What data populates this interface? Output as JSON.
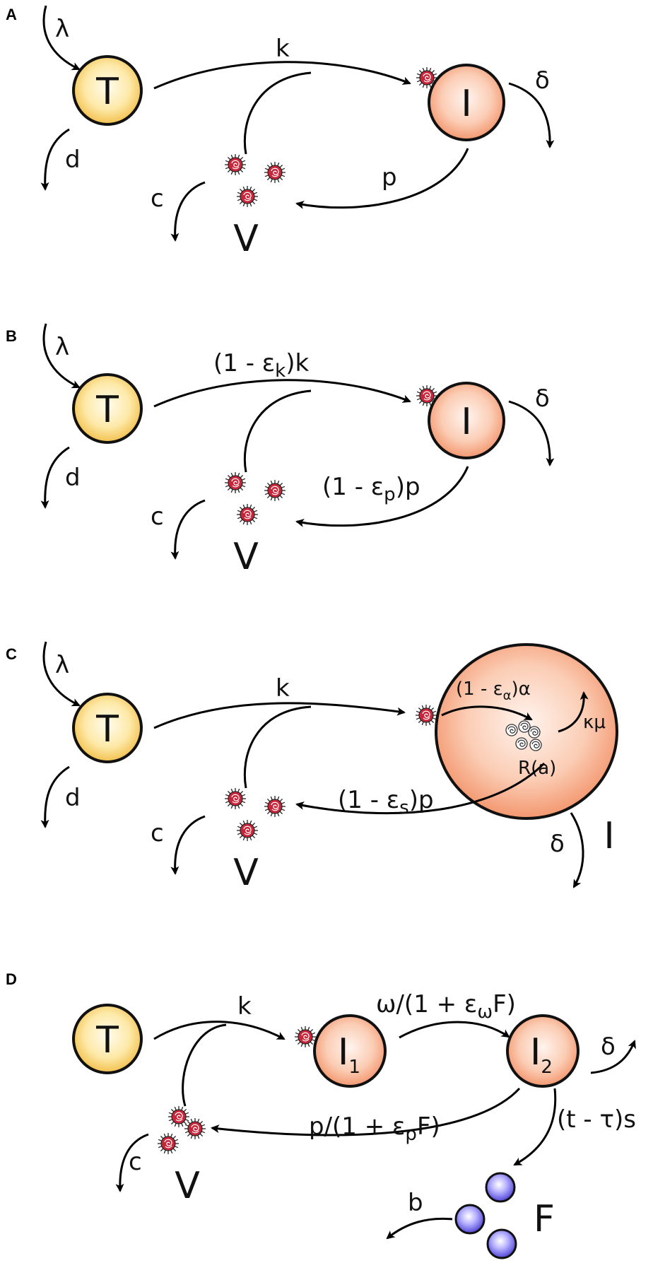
{
  "panels": {
    "A": {
      "letter": "A",
      "lambda": "λ",
      "T": "T",
      "I": "I",
      "k": "k",
      "delta": "δ",
      "d": "d",
      "c": "c",
      "p": "p",
      "V": "V"
    },
    "B": {
      "letter": "B",
      "lambda": "λ",
      "T": "T",
      "I": "I",
      "k_pre": "(1 - ε",
      "k_sub": "k",
      "k_post": ")k",
      "delta": "δ",
      "d": "d",
      "c": "c",
      "p_pre": "(1 - ε",
      "p_sub": "p",
      "p_post": ")p",
      "V": "V"
    },
    "C": {
      "letter": "C",
      "lambda": "λ",
      "T": "T",
      "k": "k",
      "alpha_pre": "(1 - ε",
      "alpha_sub": "α",
      "alpha_post": ")α",
      "kappa_mu": "κμ",
      "R": "R(a)",
      "I": "I",
      "d": "d",
      "c": "c",
      "p_pre": "(1 - ε",
      "p_sub": "s",
      "p_post": ")p",
      "delta": "δ",
      "V": "V"
    },
    "D": {
      "letter": "D",
      "T": "T",
      "k": "k",
      "I1": "I",
      "I1_sub": "1",
      "I2": "I",
      "I2_sub": "2",
      "omega_pre": "ω/(1 + ε",
      "omega_sub": "ω",
      "omega_post": "F)",
      "delta": "δ",
      "p_pre": "p/(1 + ε",
      "p_sub": "p",
      "p_post": "F)",
      "ts": "(t - τ)s",
      "c": "c",
      "V": "V",
      "b": "b",
      "F": "F"
    }
  },
  "colors": {
    "target_cell_center": "#fffbe8",
    "target_cell_edge": "#f2c65a",
    "infected_cell_center": "#fff1ea",
    "infected_cell_edge": "#f3a07f",
    "virion": "#c8253a",
    "interferon_center": "#ffffff",
    "interferon_edge": "#5b4fe0"
  },
  "icons": {
    "virion": "virus-particle-icon",
    "rna": "viral-rna-icon",
    "interferon": "interferon-sphere-icon"
  }
}
